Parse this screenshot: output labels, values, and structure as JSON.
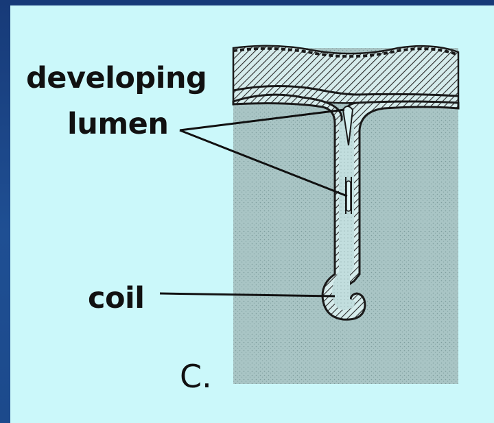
{
  "labels": {
    "developing": "developing",
    "lumen": "lumen",
    "coil": "coil",
    "panel_letter": "C."
  },
  "colors": {
    "slide_background": "#cbf8fa",
    "border": "#1f4f93",
    "tissue": "#a8c6c6",
    "gland": "#bfdcdc",
    "ink": "#111111"
  }
}
